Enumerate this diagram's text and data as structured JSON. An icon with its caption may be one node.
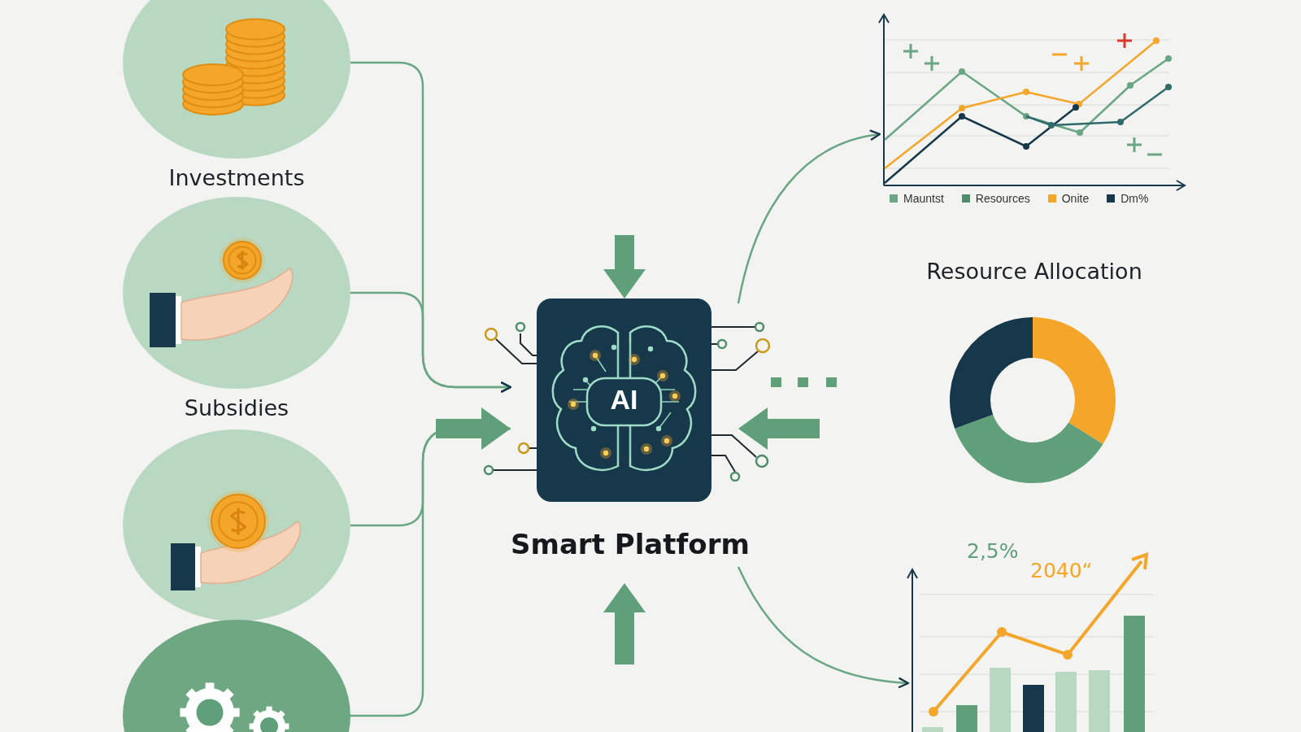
{
  "diagram": {
    "nodes": [
      {
        "text": [
          "Investments"
        ]
      },
      {
        "text": [
          "Subsidies"
        ]
      },
      {
        "text": [],
        "shape": "circle"
      },
      {
        "text": [],
        "shape": "circle"
      },
      {
        "text": [
          "AI",
          "Smart Platform"
        ]
      },
      {
        "text": [],
        "shape": "picture"
      },
      {
        "text": [
          "Resource Allocation"
        ]
      },
      {
        "text": [
          "2,5%",
          "2040“"
        ]
      }
    ],
    "edges": [
      {
        "from": 0,
        "to": 4,
        "arrow": "to"
      },
      {
        "from": 1,
        "to": 4,
        "arrow": "to"
      },
      {
        "from": 2,
        "to": 4,
        "arrow": "none"
      },
      {
        "from": 3,
        "to": 4,
        "arrow": "none"
      },
      {
        "from": null,
        "to": 4,
        "arrow": "to",
        "style": "thick"
      },
      {
        "from": null,
        "to": 4,
        "arrow": "to",
        "style": "thick"
      },
      {
        "from": null,
        "to": 4,
        "arrow": "to",
        "style": "thick"
      },
      {
        "from": null,
        "to": 4,
        "arrow": "to",
        "style": "thick"
      },
      {
        "from": 4,
        "to": 5,
        "arrow": "to"
      },
      {
        "from": 4,
        "to": 7,
        "arrow": "to"
      }
    ],
    "legend": [
      {
        "text": "Mauntst",
        "color": "#6aa684"
      },
      {
        "text": "Resources",
        "color": "#4f8c6a"
      },
      {
        "text": "Onite",
        "color": "#f3a62a"
      },
      {
        "text": "Dm%",
        "color": "#16384a"
      }
    ]
  }
}
